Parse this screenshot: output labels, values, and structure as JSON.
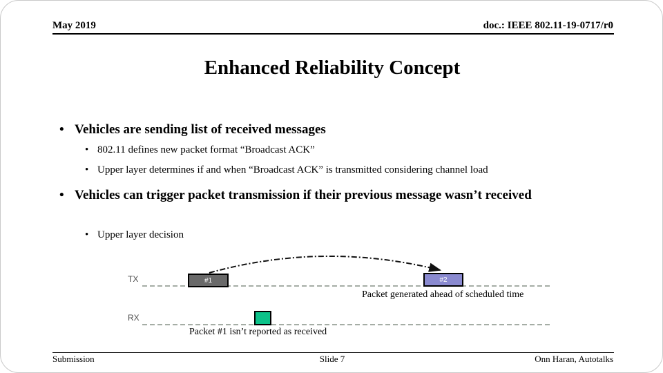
{
  "glyphs": {
    "bullet": "•"
  },
  "slide": {
    "header": {
      "date": "May 2019",
      "doc": "doc.: IEEE 802.11-19-0717/r0"
    },
    "title": "Enhanced Reliability Concept",
    "bullets": {
      "b1a": "Vehicles are sending list of received messages",
      "b2a": "802.11 defines new packet format “Broadcast ACK”",
      "b2b": "Upper layer determines if and when “Broadcast ACK” is transmitted considering channel load",
      "b1b": "Vehicles can trigger packet transmission if their previous message wasn’t received",
      "b2c": "Upper layer decision"
    },
    "diagram": {
      "tx_label": "TX",
      "rx_label": "RX",
      "packet1_label": "#1",
      "packet2_label": "#2",
      "tx_caption": "Packet generated ahead of scheduled time",
      "rx_caption": "Packet #1 isn’t reported as received",
      "colors": {
        "packet1_fill": "#696969",
        "packet2_fill": "#8a8ad0",
        "rx_packet_fill": "#0cc289",
        "timeline_dash": "#a5ada5",
        "arrow": "#111111"
      }
    },
    "footer": {
      "left": "Submission",
      "center": "Slide 7",
      "right": "Onn Haran, Autotalks"
    }
  }
}
